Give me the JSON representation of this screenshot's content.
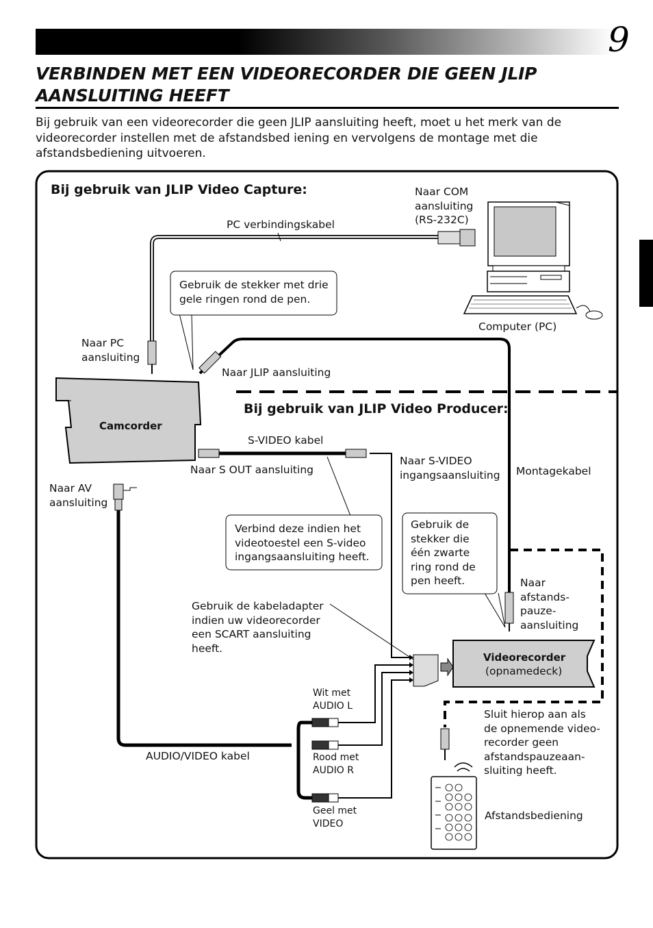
{
  "page_number": "9",
  "title": "VERBINDEN MET EEN VIDEORECORDER DIE GEEN JLIP AANSLUITING HEEFT",
  "intro": "Bij gebruik van een videorecorder die geen JLIP aansluiting heeft, moet u het merk van de videorecorder instellen met de afstandsbed iening en vervolgens de montage met die afstandsbediening uitvoeren.",
  "diagram": {
    "section_capture": "Bij gebruik van JLIP Video Capture:",
    "section_producer": "Bij gebruik van JLIP Video Producer:",
    "naar_com": "Naar COM\naansluiting\n(RS-232C)",
    "pc_kabel": "PC verbindingskabel",
    "callout_drie_ringen": "Gebruik de stekker met drie\ngele ringen rond de pen.",
    "computer": "Computer (PC)",
    "naar_pc": "Naar PC\naansluiting",
    "naar_jlip": "Naar JLIP aansluiting",
    "camcorder": "Camcorder",
    "svideo_kabel": "S-VIDEO kabel",
    "naar_s_out": "Naar S OUT aansluiting",
    "naar_svideo_in": "Naar S-VIDEO\ningangsaansluiting",
    "montagekabel": "Montagekabel",
    "naar_av": "Naar AV\naansluiting",
    "callout_svideo": "Verbind deze indien het\nvideotoestel een S-video\ningangsaansluiting heeft.",
    "callout_zwarte_ring": "Gebruik de\nstekker die\néén zwarte\nring rond de\npen heeft.",
    "naar_pauze": "Naar\nafstands-\npauze-\naansluiting",
    "kabeladapter": "Gebruik de kabeladapter\nindien uw videorecorder\neen SCART aansluiting\nheeft.",
    "videorecorder": "Videorecorder",
    "opnamedeck": "(opnamedeck)",
    "wit_audio_l": "Wit met\nAUDIO L",
    "sluit_hierop": "Sluit hierop aan als\nde opnemende video-\nrecorder geen\nafstandspauzeaan-\nsluiting heeft.",
    "av_kabel": "AUDIO/VIDEO kabel",
    "rood_audio_r": "Rood met\nAUDIO R",
    "geel_video": "Geel met\nVIDEO",
    "afstandsbediening": "Afstandsbediening"
  }
}
